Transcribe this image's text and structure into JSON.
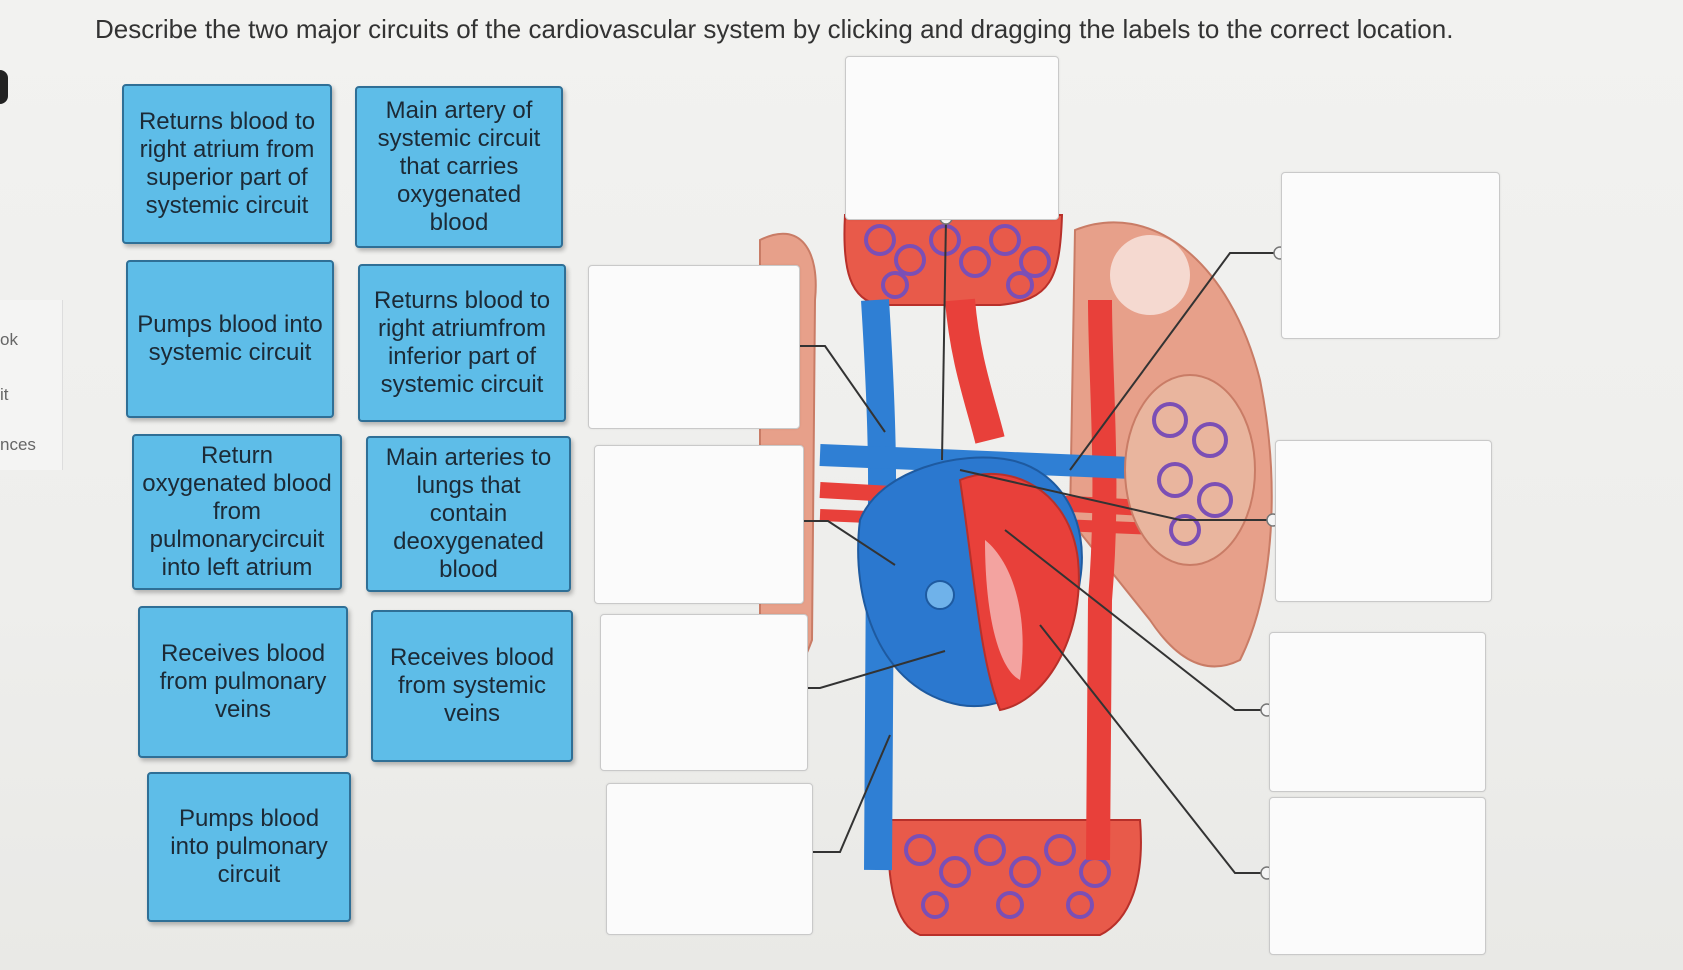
{
  "instruction": "Describe the two major circuits of the cardiovascular system by clicking and dragging the labels to the correct location.",
  "sidebar_fragments": [
    "ok",
    "it",
    "nces"
  ],
  "labels": [
    "Returns blood to right atrium from superior part of systemic circuit",
    "Main artery of systemic circuit that carries oxygenated blood",
    "Pumps blood into systemic circuit",
    "Returns blood to right atriumfrom inferior part of systemic circuit",
    "Return oxygenated blood from pulmonarycircuit into left atrium",
    "Main arteries to lungs that contain deoxygenated blood",
    "Receives blood from pulmonary veins",
    "Receives blood from systemic veins",
    "Pumps blood into pulmonary circuit"
  ],
  "drop_zones": [
    "",
    "",
    "",
    "",
    "",
    "",
    "",
    "",
    "",
    ""
  ],
  "colors": {
    "label_fill": "#5ebde8",
    "label_border": "#2f6f96",
    "artery_red": "#e8403a",
    "vein_blue": "#2f7fd4",
    "lung_pink": "#e9a48c"
  }
}
